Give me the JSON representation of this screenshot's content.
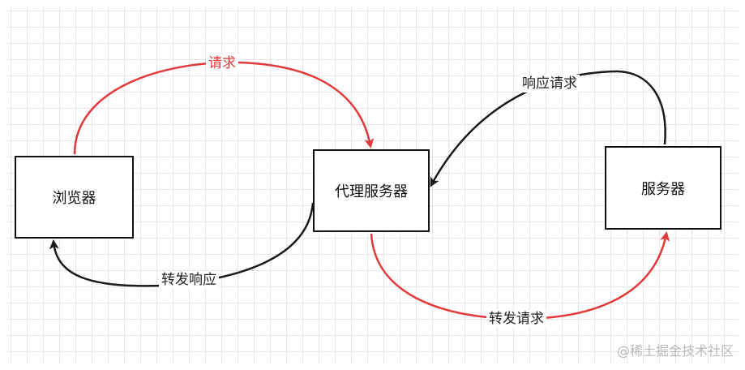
{
  "nodes": {
    "browser": "浏览器",
    "proxy": "代理服务器",
    "server": "服务器"
  },
  "edges": {
    "request": "请求",
    "response_request": "响应请求",
    "forward_response": "转发响应",
    "forward_request": "转发请求"
  },
  "watermark": "@稀土掘金技术社区",
  "colors": {
    "red_arrow": "#e23a3a",
    "black_arrow": "#1a1a1a",
    "grid": "#e6e6e6"
  }
}
